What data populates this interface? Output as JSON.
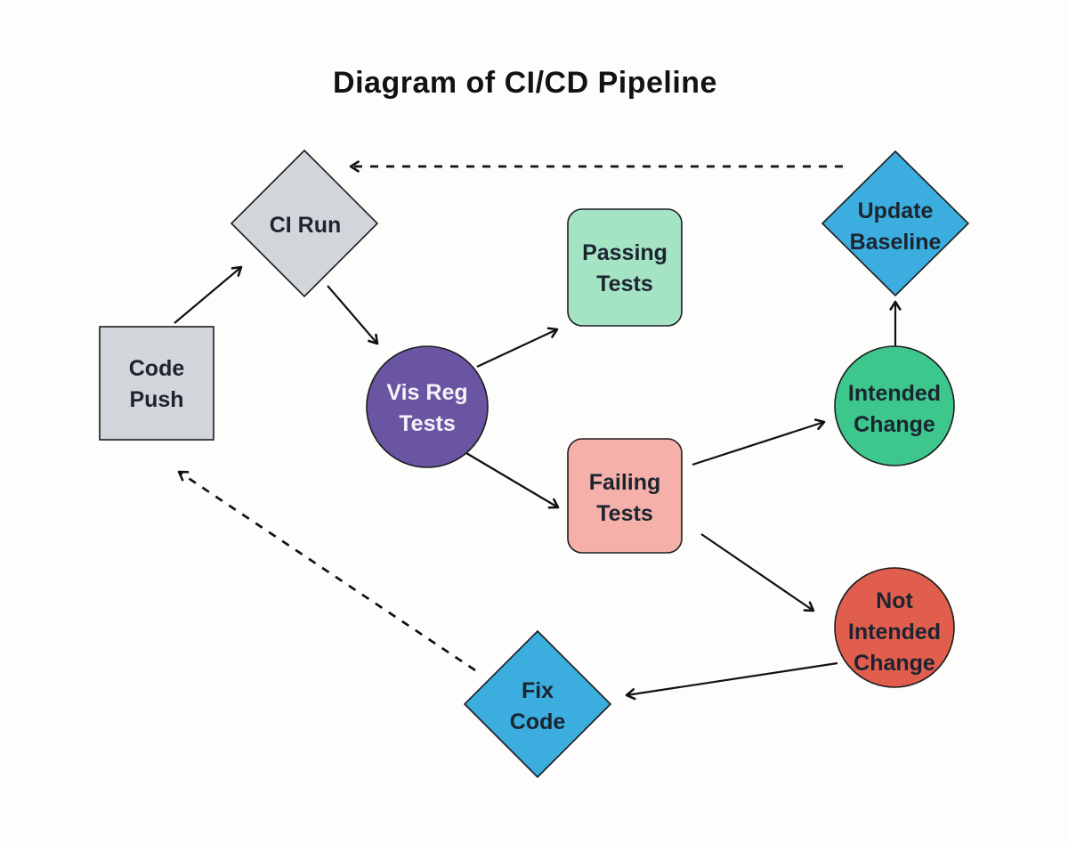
{
  "title": "Diagram of CI/CD Pipeline",
  "colors": {
    "background": "#fdfdfb",
    "gray": "#d2d6db",
    "purple": "#6a55a3",
    "mint": "#a5e3c5",
    "salmon": "#f4b0a9",
    "green": "#3dc78d",
    "red": "#e15e4e",
    "blue": "#3badde",
    "edge_stroke": "#111111"
  },
  "nodes": {
    "code_push": {
      "label": "Code Push",
      "lines": [
        "Code",
        "Push"
      ],
      "shape": "square"
    },
    "ci_run": {
      "label": "CI Run",
      "lines": [
        "CI Run"
      ],
      "shape": "diamond"
    },
    "vis_reg_tests": {
      "label": "Vis Reg Tests",
      "lines": [
        "Vis Reg",
        "Tests"
      ],
      "shape": "circle"
    },
    "passing_tests": {
      "label": "Passing Tests",
      "lines": [
        "Passing",
        "Tests"
      ],
      "shape": "rounded-square"
    },
    "failing_tests": {
      "label": "Failing Tests",
      "lines": [
        "Failing",
        "Tests"
      ],
      "shape": "rounded-square"
    },
    "intended_change": {
      "label": "Intended Change",
      "lines": [
        "Intended",
        "Change"
      ],
      "shape": "circle"
    },
    "not_intended_change": {
      "label": "Not Intended Change",
      "lines": [
        "Not",
        "Intended",
        "Change"
      ],
      "shape": "circle"
    },
    "update_baseline": {
      "label": "Update Baseline",
      "lines": [
        "Update",
        "Baseline"
      ],
      "shape": "diamond"
    },
    "fix_code": {
      "label": "Fix Code",
      "lines": [
        "Fix",
        "Code"
      ],
      "shape": "diamond"
    }
  },
  "edges": [
    {
      "from": "code_push",
      "to": "ci_run",
      "style": "solid"
    },
    {
      "from": "ci_run",
      "to": "vis_reg_tests",
      "style": "solid"
    },
    {
      "from": "vis_reg_tests",
      "to": "passing_tests",
      "style": "solid"
    },
    {
      "from": "vis_reg_tests",
      "to": "failing_tests",
      "style": "solid"
    },
    {
      "from": "failing_tests",
      "to": "intended_change",
      "style": "solid"
    },
    {
      "from": "failing_tests",
      "to": "not_intended_change",
      "style": "solid"
    },
    {
      "from": "intended_change",
      "to": "update_baseline",
      "style": "solid"
    },
    {
      "from": "not_intended_change",
      "to": "fix_code",
      "style": "solid"
    },
    {
      "from": "update_baseline",
      "to": "ci_run",
      "style": "dashed"
    },
    {
      "from": "fix_code",
      "to": "code_push",
      "style": "dashed"
    }
  ]
}
